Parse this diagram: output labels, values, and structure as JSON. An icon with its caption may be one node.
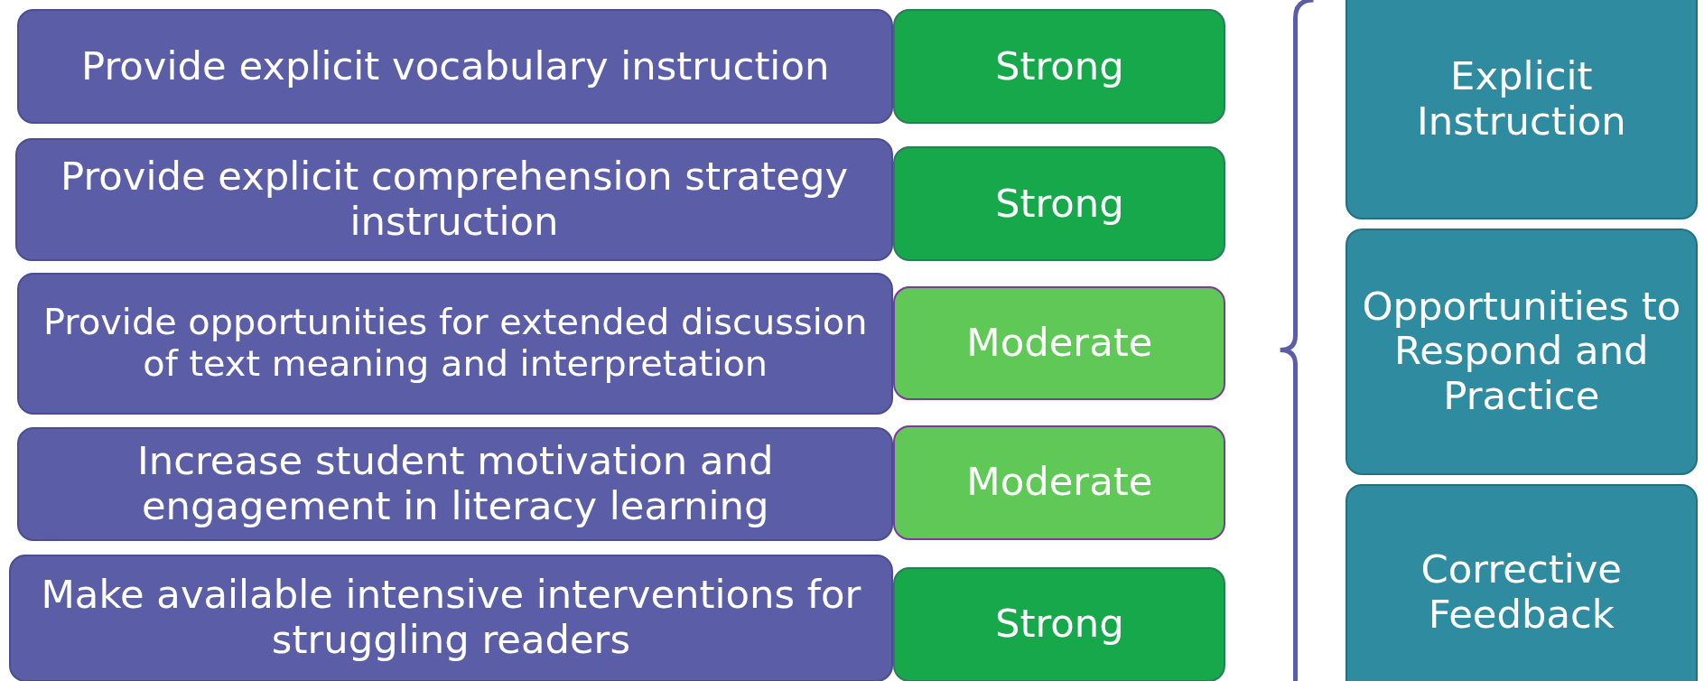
{
  "diagram": {
    "nodes": [
      {
        "text": [
          "Provide explicit vocabulary instruction"
        ]
      },
      {
        "text": [
          "Strong"
        ]
      },
      {
        "text": [
          "Provide explicit comprehension strategy instruction"
        ]
      },
      {
        "text": [
          "Strong"
        ]
      },
      {
        "text": [
          "Provide opportunities for extended discussion of text meaning and interpretation"
        ]
      },
      {
        "text": [
          "Moderate"
        ]
      },
      {
        "text": [
          "Increase student motivation and engagement in literacy learning"
        ]
      },
      {
        "text": [
          "Moderate"
        ]
      },
      {
        "text": [
          "Make available intensive interventions for struggling readers"
        ]
      },
      {
        "text": [
          "Strong"
        ]
      },
      {
        "text": [
          "Explicit Instruction"
        ]
      },
      {
        "text": [
          "Opportunities to Respond and Practice"
        ]
      },
      {
        "text": [
          "Corrective Feedback"
        ]
      }
    ]
  }
}
